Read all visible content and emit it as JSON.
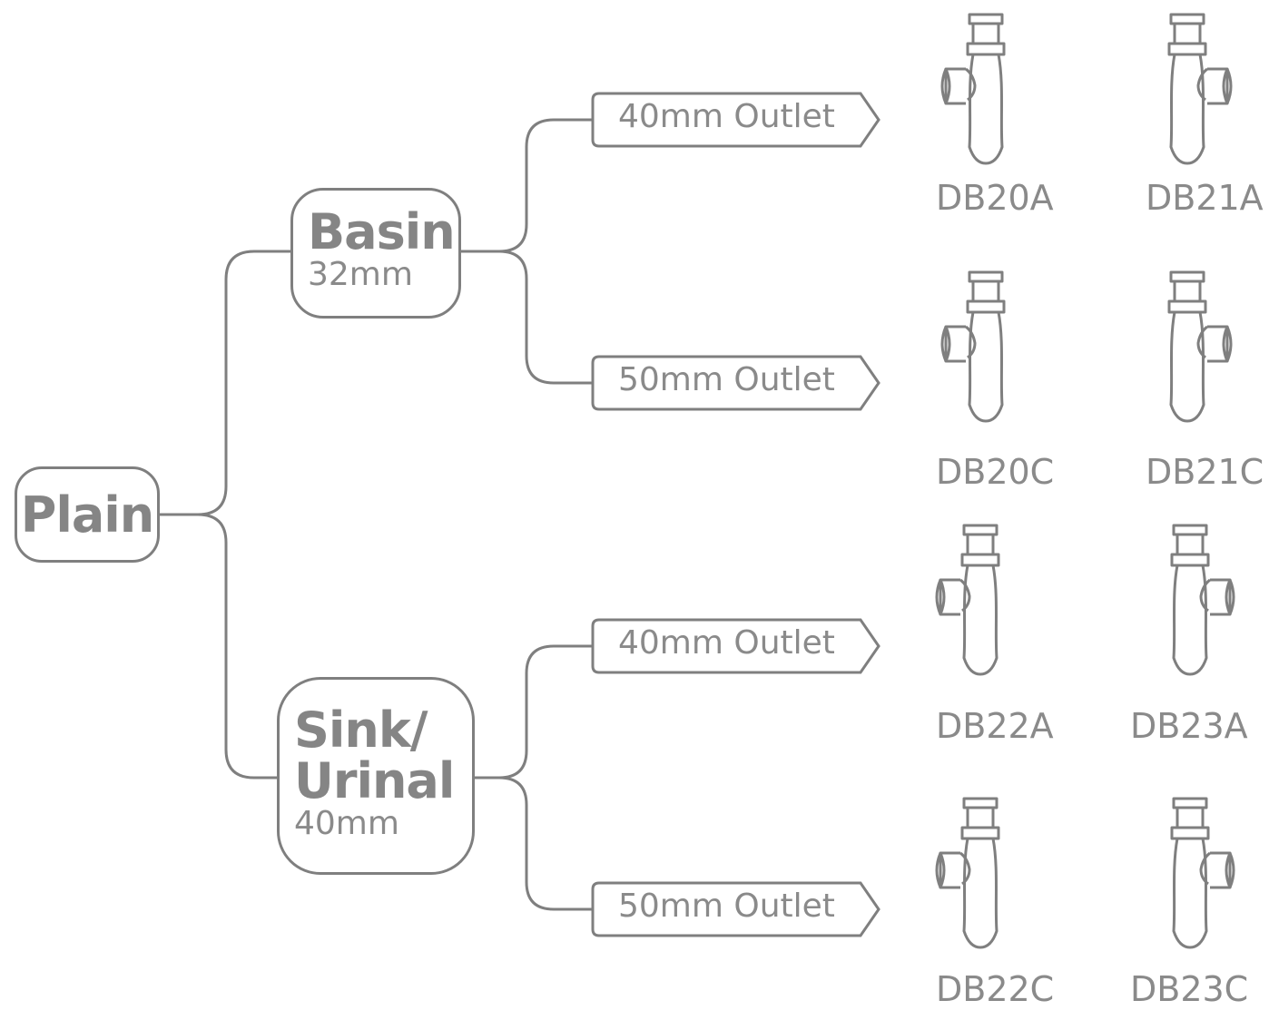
{
  "root": {
    "label": "Plain"
  },
  "categories": [
    {
      "name": "Basin",
      "size": "32mm"
    },
    {
      "name": "Sink/\nUrinal",
      "name_line1": "Sink/",
      "name_line2": "Urinal",
      "size": "40mm"
    }
  ],
  "outlets": [
    {
      "label": "40mm Outlet",
      "products": [
        "DB20A",
        "DB21A"
      ]
    },
    {
      "label": "50mm Outlet",
      "products": [
        "DB20C",
        "DB21C"
      ]
    },
    {
      "label": "40mm Outlet",
      "products": [
        "DB22A",
        "DB23A"
      ]
    },
    {
      "label": "50mm Outlet",
      "products": [
        "DB22C",
        "DB23C"
      ]
    }
  ],
  "colors": {
    "line": "#7f7f7f",
    "text": "#8a8a8a",
    "background": "#ffffff"
  },
  "icons": {
    "product": "bottle-trap-icon"
  }
}
